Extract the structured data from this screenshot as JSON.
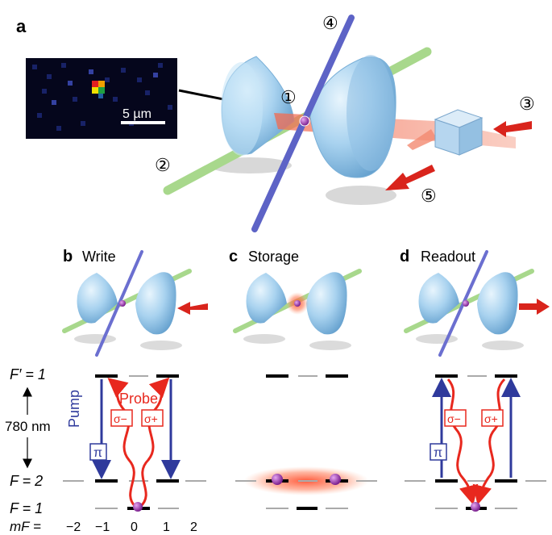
{
  "panel_a": {
    "letter": "a",
    "scale_bar": "5 µm",
    "circled": [
      "①",
      "②",
      "③",
      "④",
      "⑤"
    ]
  },
  "panels": [
    {
      "letter": "b",
      "title": "Write"
    },
    {
      "letter": "c",
      "title": "Storage"
    },
    {
      "letter": "d",
      "title": "Readout"
    }
  ],
  "levels": {
    "f_prime": "F′ = 1",
    "f2": "F = 2",
    "f1": "F = 1",
    "wavelength": "780 nm",
    "mf_label": "mF =",
    "mf_values": [
      "−2",
      "−1",
      "0",
      "1",
      "2"
    ]
  },
  "transitions": {
    "pump": "Pump",
    "probe": "Probe",
    "pi": "π",
    "sigma_minus": "σ−",
    "sigma_plus": "σ+"
  },
  "colors": {
    "lens": "#a9d3ef",
    "lens_dark": "#5f9ccb",
    "blue_beam": "#5d63c6",
    "green_beam": "#a8d88c",
    "red": "#e8281e",
    "pump_blue": "#2f3a9c",
    "atom": "#8a2ca0"
  }
}
